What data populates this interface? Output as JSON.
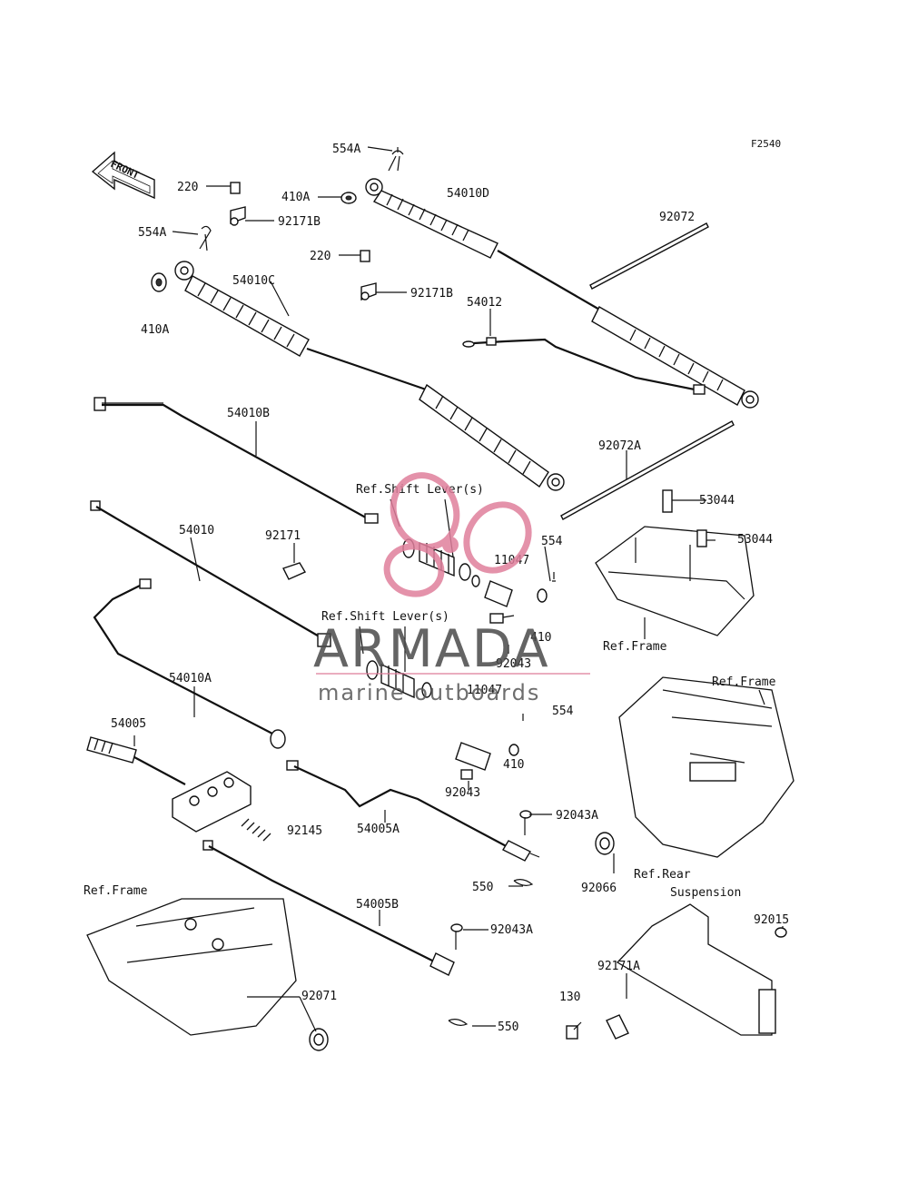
{
  "figure_code": "F2540",
  "front_label": "FRONT",
  "watermark": {
    "brand": "ARMADA",
    "tagline": "marine outboards",
    "colors": {
      "text": "#333333",
      "logo": "#e07f9c"
    }
  },
  "labels": [
    "554A",
    "220",
    "410A",
    "54010D",
    "92072",
    "92171B",
    "554A",
    "220",
    "54010C",
    "92171B",
    "410A",
    "54012",
    "54010B",
    "92072A",
    "Ref.Shift Lever(s)",
    "53044",
    "53044",
    "92171",
    "54010",
    "554",
    "11047",
    "410",
    "Ref.Shift Lever(s)",
    "92043",
    "Ref.Frame",
    "54010A",
    "11047",
    "554",
    "Ref.Frame",
    "54005",
    "410",
    "92043",
    "92043A",
    "92145",
    "54005A",
    "550",
    "92066",
    "Ref.Rear",
    "Suspension",
    "Ref.Frame",
    "54005B",
    "92043A",
    "92015",
    "92171A",
    "130",
    "92071",
    "550"
  ]
}
